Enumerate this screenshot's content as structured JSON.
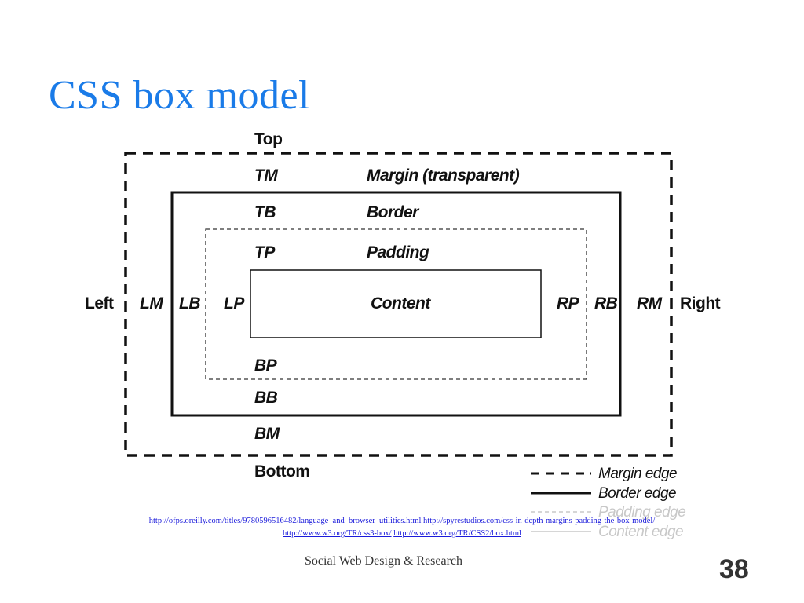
{
  "slide": {
    "title": "CSS box model",
    "footer": "Social Web Design & Research",
    "page_number": "38"
  },
  "diagram": {
    "top": "Top",
    "bottom": "Bottom",
    "left": "Left",
    "right": "Right",
    "tm": "TM",
    "tb": "TB",
    "tp": "TP",
    "bp": "BP",
    "bb": "BB",
    "bm": "BM",
    "lm": "LM",
    "lb": "LB",
    "lp": "LP",
    "rp": "RP",
    "rb": "RB",
    "rm": "RM",
    "margin_label": "Margin (transparent)",
    "border_label": "Border",
    "padding_label": "Padding",
    "content_label": "Content"
  },
  "legend": {
    "margin_edge": "Margin edge",
    "border_edge": "Border edge",
    "padding_edge": "Padding edge",
    "content_edge": "Content edge"
  },
  "references": [
    "http://ofps.oreilly.com/titles/9780596516482/language_and_browser_utilities.html",
    "http://spyrestudios.com/css-in-depth-margins-padding-the-box-model/",
    "http://www.w3.org/TR/css3-box/",
    "http://www.w3.org/TR/CSS2/box.html"
  ]
}
